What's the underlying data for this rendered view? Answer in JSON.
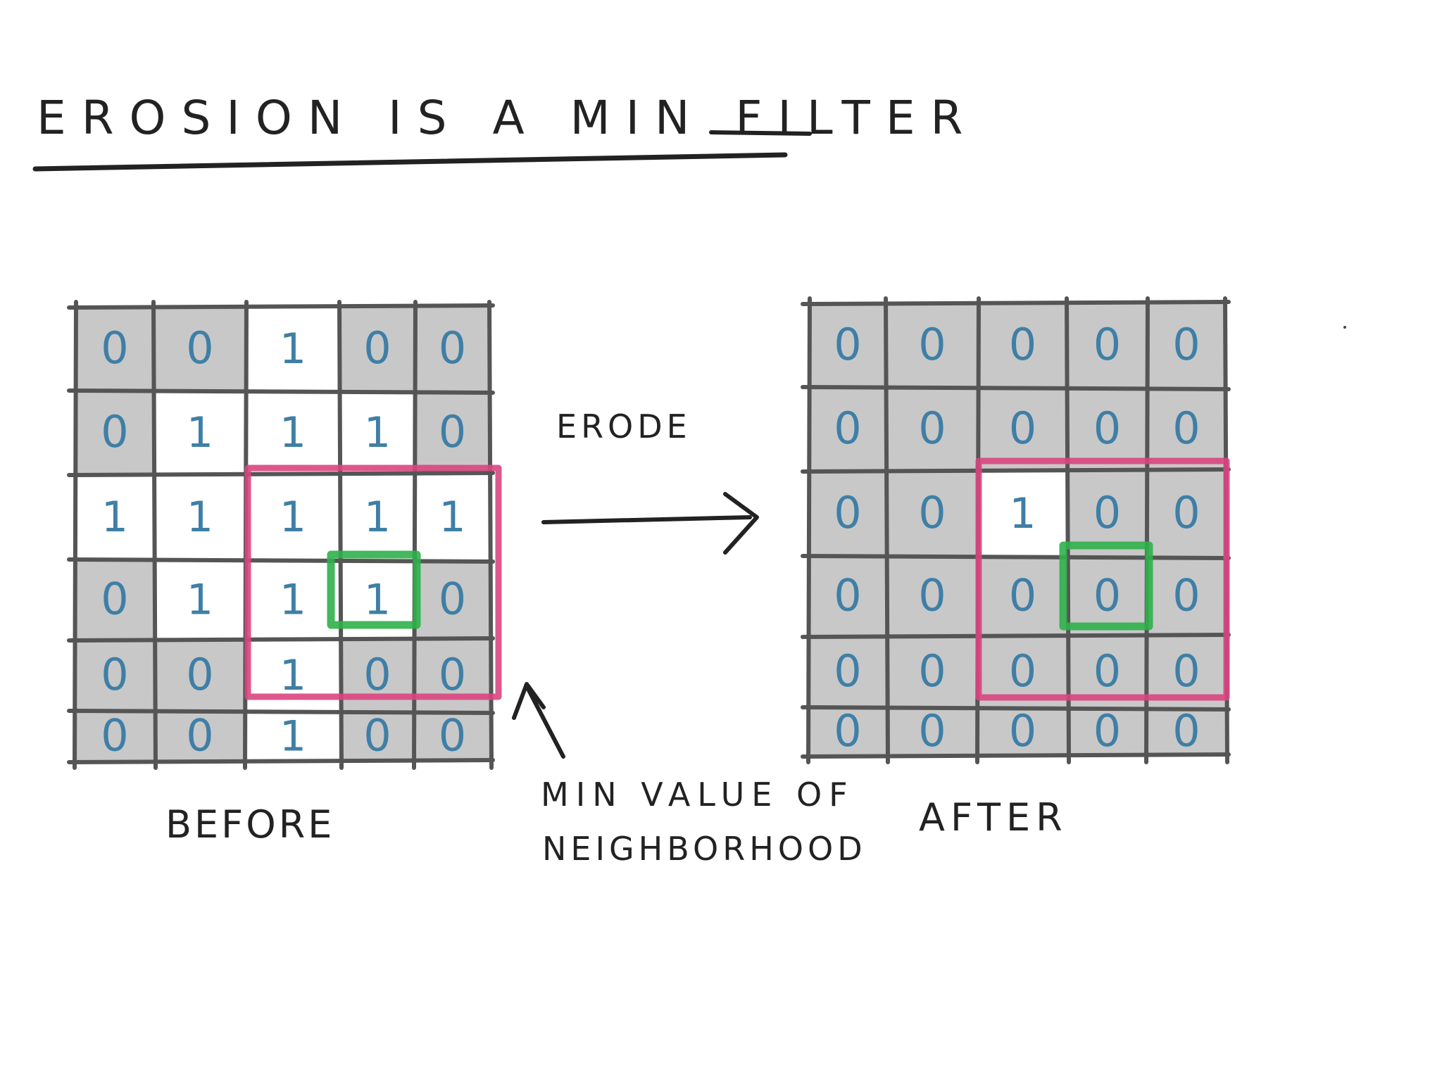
{
  "title": "EROSION IS A MIN FILTER",
  "arrow_label": "ERODE",
  "before_label": "BEFORE",
  "after_label": "AFTER",
  "annotation": {
    "line1": "MIN VALUE OF",
    "line2": "NEIGHBORHOOD"
  },
  "colors": {
    "ink": "#222222",
    "digit": "#3f7fa6",
    "filled_cell": "#c8c8c8",
    "grid_line": "#555555",
    "neighborhood_box": "#d9457f",
    "center_box": "#2fb04a"
  },
  "before_grid": [
    [
      "0",
      "0",
      "1",
      "0",
      "0"
    ],
    [
      "0",
      "1",
      "1",
      "1",
      "0"
    ],
    [
      "1",
      "1",
      "1",
      "1",
      "1"
    ],
    [
      "0",
      "1",
      "1",
      "1",
      "0"
    ],
    [
      "0",
      "0",
      "1",
      "0",
      "0"
    ],
    [
      "0",
      "0",
      "1",
      "0",
      "0"
    ]
  ],
  "after_grid": [
    [
      "0",
      "0",
      "0",
      "0",
      "0"
    ],
    [
      "0",
      "0",
      "0",
      "0",
      "0"
    ],
    [
      "0",
      "0",
      "1",
      "0",
      "0"
    ],
    [
      "0",
      "0",
      "0",
      "0",
      "0"
    ],
    [
      "0",
      "0",
      "0",
      "0",
      "0"
    ],
    [
      "0",
      "0",
      "0",
      "0",
      "0"
    ]
  ]
}
